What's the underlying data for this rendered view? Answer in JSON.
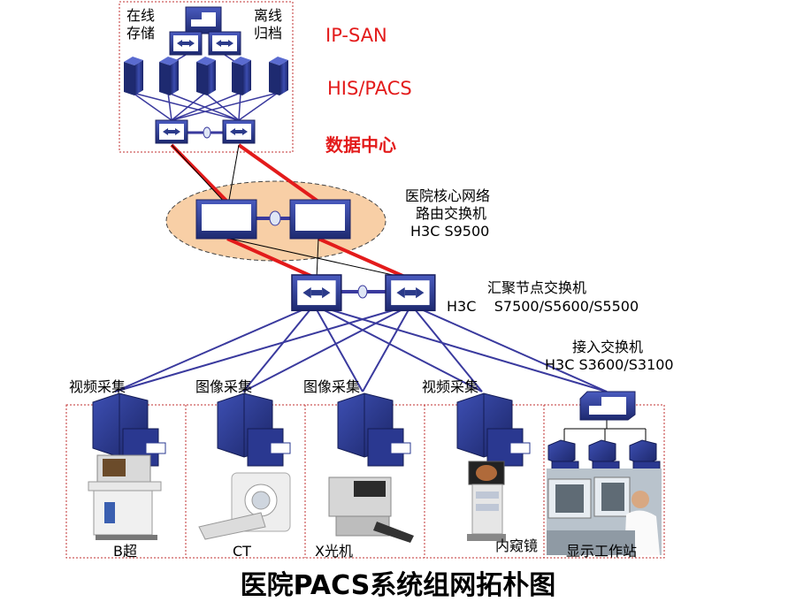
{
  "datacenter": {
    "online_storage": "在线\n存储",
    "offline_archive": "离线\n归档",
    "ip_san": "IP-SAN",
    "his_pacs": "HIS/PACS",
    "data_center": "数据中心"
  },
  "core": {
    "label_line1": "医院核心网络",
    "label_line2": "路由交换机",
    "label_line3": "H3C S9500"
  },
  "aggregation": {
    "label_line1": "汇聚节点交换机",
    "label_line2": "H3C    S7500/S5600/S5500"
  },
  "access": {
    "label_line1": "接入交换机",
    "label_line2": "H3C S3600/S3100"
  },
  "stations": [
    {
      "top": "视频采集",
      "bottom": "B超"
    },
    {
      "top": "图像采集",
      "bottom": "CT"
    },
    {
      "top": "图像采集",
      "bottom": "X光机"
    },
    {
      "top": "视频采集",
      "bottom": "内窥镜"
    },
    {
      "top": "",
      "bottom": "显示工作站"
    }
  ],
  "title": "医院PACS系统组网拓朴图",
  "colors": {
    "red_link": "#e31b1b",
    "blue_link": "#3a3a9e",
    "device_blue": "#2b3a8a",
    "core_ellipse": "#f8cfa6"
  }
}
